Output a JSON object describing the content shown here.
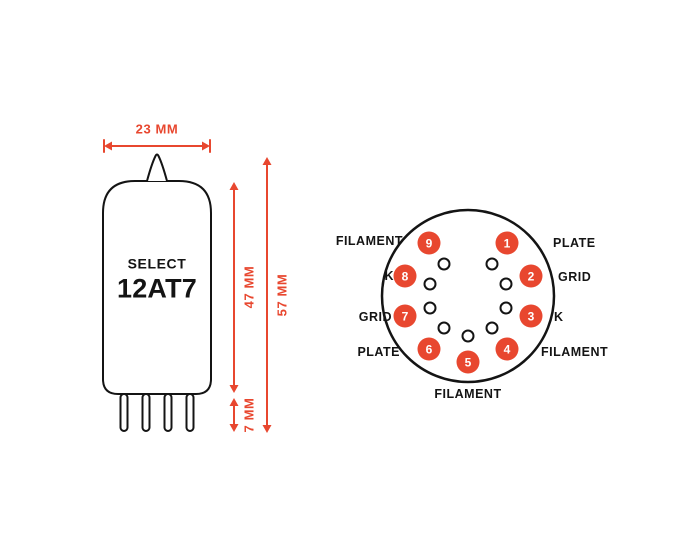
{
  "colors": {
    "accent": "#E8472F",
    "ink": "#141414"
  },
  "tube_drawing": {
    "brand": "SELECT",
    "model": "12AT7",
    "dimensions": {
      "width": "23 MM",
      "body_height": "47 MM",
      "total_height": "57 MM",
      "pin_length": "7 MM"
    }
  },
  "pinout": {
    "pins": [
      {
        "number": "1",
        "label": "PLATE"
      },
      {
        "number": "2",
        "label": "GRID"
      },
      {
        "number": "3",
        "label": "K"
      },
      {
        "number": "4",
        "label": "FILAMENT"
      },
      {
        "number": "5",
        "label": "FILAMENT"
      },
      {
        "number": "6",
        "label": "PLATE"
      },
      {
        "number": "7",
        "label": "GRID"
      },
      {
        "number": "8",
        "label": "K"
      },
      {
        "number": "9",
        "label": "FILAMENT"
      }
    ]
  }
}
